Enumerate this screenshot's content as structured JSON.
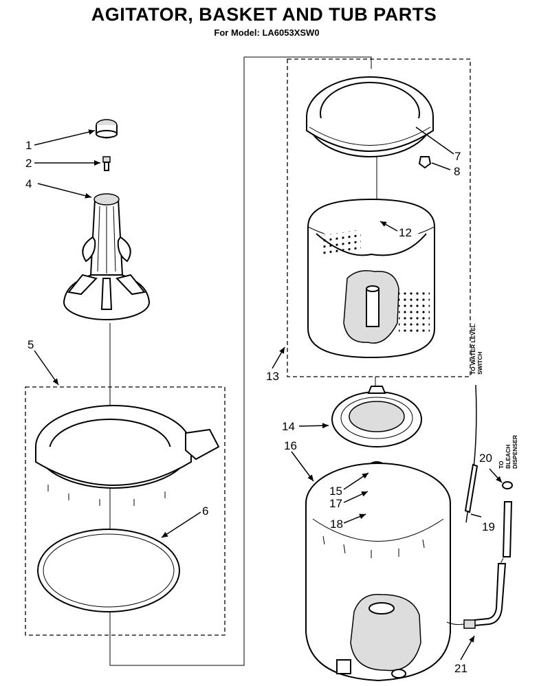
{
  "header": {
    "title": "AGITATOR, BASKET AND TUB PARTS",
    "subtitle": "For Model: LA6053XSW0"
  },
  "callouts": [
    "1",
    "2",
    "4",
    "5",
    "6",
    "7",
    "8",
    "12",
    "13",
    "14",
    "16",
    "15",
    "17",
    "18",
    "19",
    "20",
    "21"
  ],
  "side_labels": {
    "water_level_1": "TO WATER LEVEL",
    "water_level_2": "SWITCH",
    "bleach_1": "TO",
    "bleach_2": "BLEACH",
    "bleach_3": "DISPENSER"
  }
}
